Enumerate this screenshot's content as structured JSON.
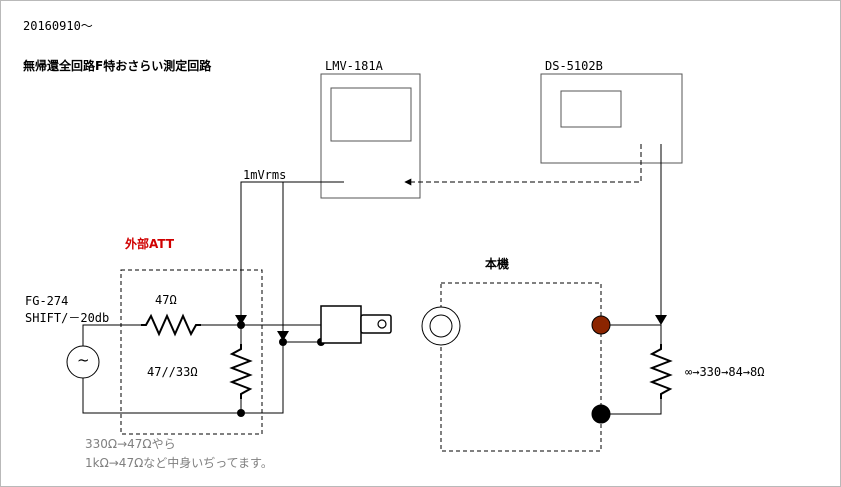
{
  "header": {
    "date": "20160910～",
    "title": "無帰還全回路F特おさらい測定回路"
  },
  "instruments": {
    "millivoltmeter": {
      "name": "LMV-181A",
      "input_level": "1mVrms"
    },
    "oscilloscope": {
      "name": "DS-5102B"
    },
    "generator": {
      "name": "FG-274",
      "setting": "SHIFT/－20db",
      "symbol": "~"
    }
  },
  "attenuator": {
    "title": "外部ATT",
    "series_resistor": "47Ω",
    "shunt_resistor": "47//33Ω",
    "note_line1": "330Ω→47Ωやら",
    "note_line2": "1kΩ→47Ωなど中身いぢってます。"
  },
  "device": {
    "title": "本機",
    "load": "∞→330→84→8Ω"
  },
  "colors": {
    "line": "#000000",
    "box": "#555555",
    "att_title": "#d00000",
    "note": "#808080",
    "terminal_red": "#8b2500",
    "terminal_black": "#000000"
  }
}
